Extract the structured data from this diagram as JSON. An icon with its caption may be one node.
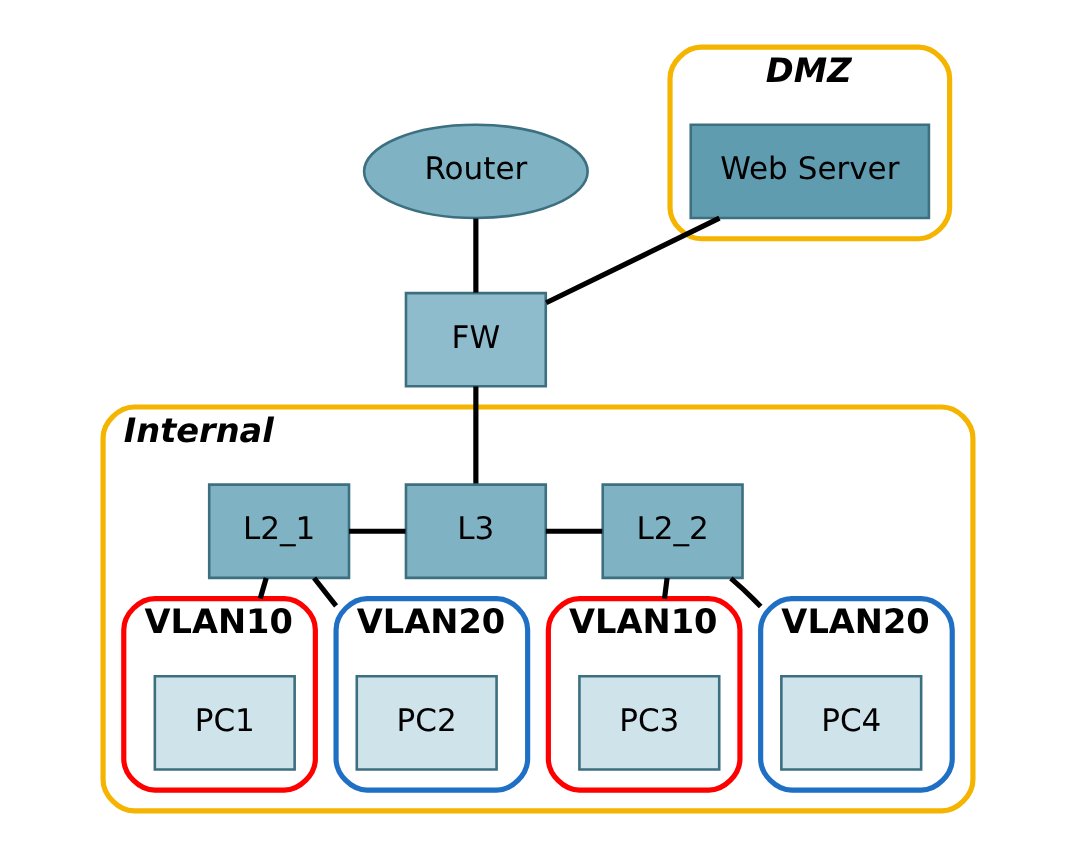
{
  "diagram": {
    "nodes": [
      {
        "text": [
          "Router"
        ]
      },
      {
        "text": [
          "FW"
        ]
      },
      {
        "text": [
          "DMZ"
        ]
      },
      {
        "text": [
          "Web Server"
        ],
        "in": 2
      },
      {
        "text": [
          "Internal"
        ]
      },
      {
        "text": [
          "L2_1"
        ],
        "in": 4
      },
      {
        "text": [
          "L3"
        ],
        "in": 4
      },
      {
        "text": [
          "L2_2"
        ],
        "in": 4
      },
      {
        "text": [
          "VLAN10"
        ],
        "in": 4
      },
      {
        "text": [
          "PC1"
        ],
        "in": 8
      },
      {
        "text": [
          "VLAN20"
        ],
        "in": 4
      },
      {
        "text": [
          "PC2"
        ],
        "in": 10
      },
      {
        "text": [
          "VLAN10"
        ],
        "in": 4
      },
      {
        "text": [
          "PC3"
        ],
        "in": 12
      },
      {
        "text": [
          "VLAN20"
        ],
        "in": 4
      },
      {
        "text": [
          "PC4"
        ],
        "in": 14
      }
    ],
    "edges": [
      {
        "from": 0,
        "to": 1,
        "arrow": "none"
      },
      {
        "from": 1,
        "to": 3,
        "arrow": "none"
      },
      {
        "from": 1,
        "to": 6,
        "arrow": "none"
      },
      {
        "from": 5,
        "to": 6,
        "arrow": "none"
      },
      {
        "from": 6,
        "to": 7,
        "arrow": "none"
      },
      {
        "from": 5,
        "to": 8,
        "arrow": "none"
      },
      {
        "from": 5,
        "to": 10,
        "arrow": "none"
      },
      {
        "from": 7,
        "to": 12,
        "arrow": "none"
      },
      {
        "from": 7,
        "to": 14,
        "arrow": "none"
      }
    ]
  }
}
